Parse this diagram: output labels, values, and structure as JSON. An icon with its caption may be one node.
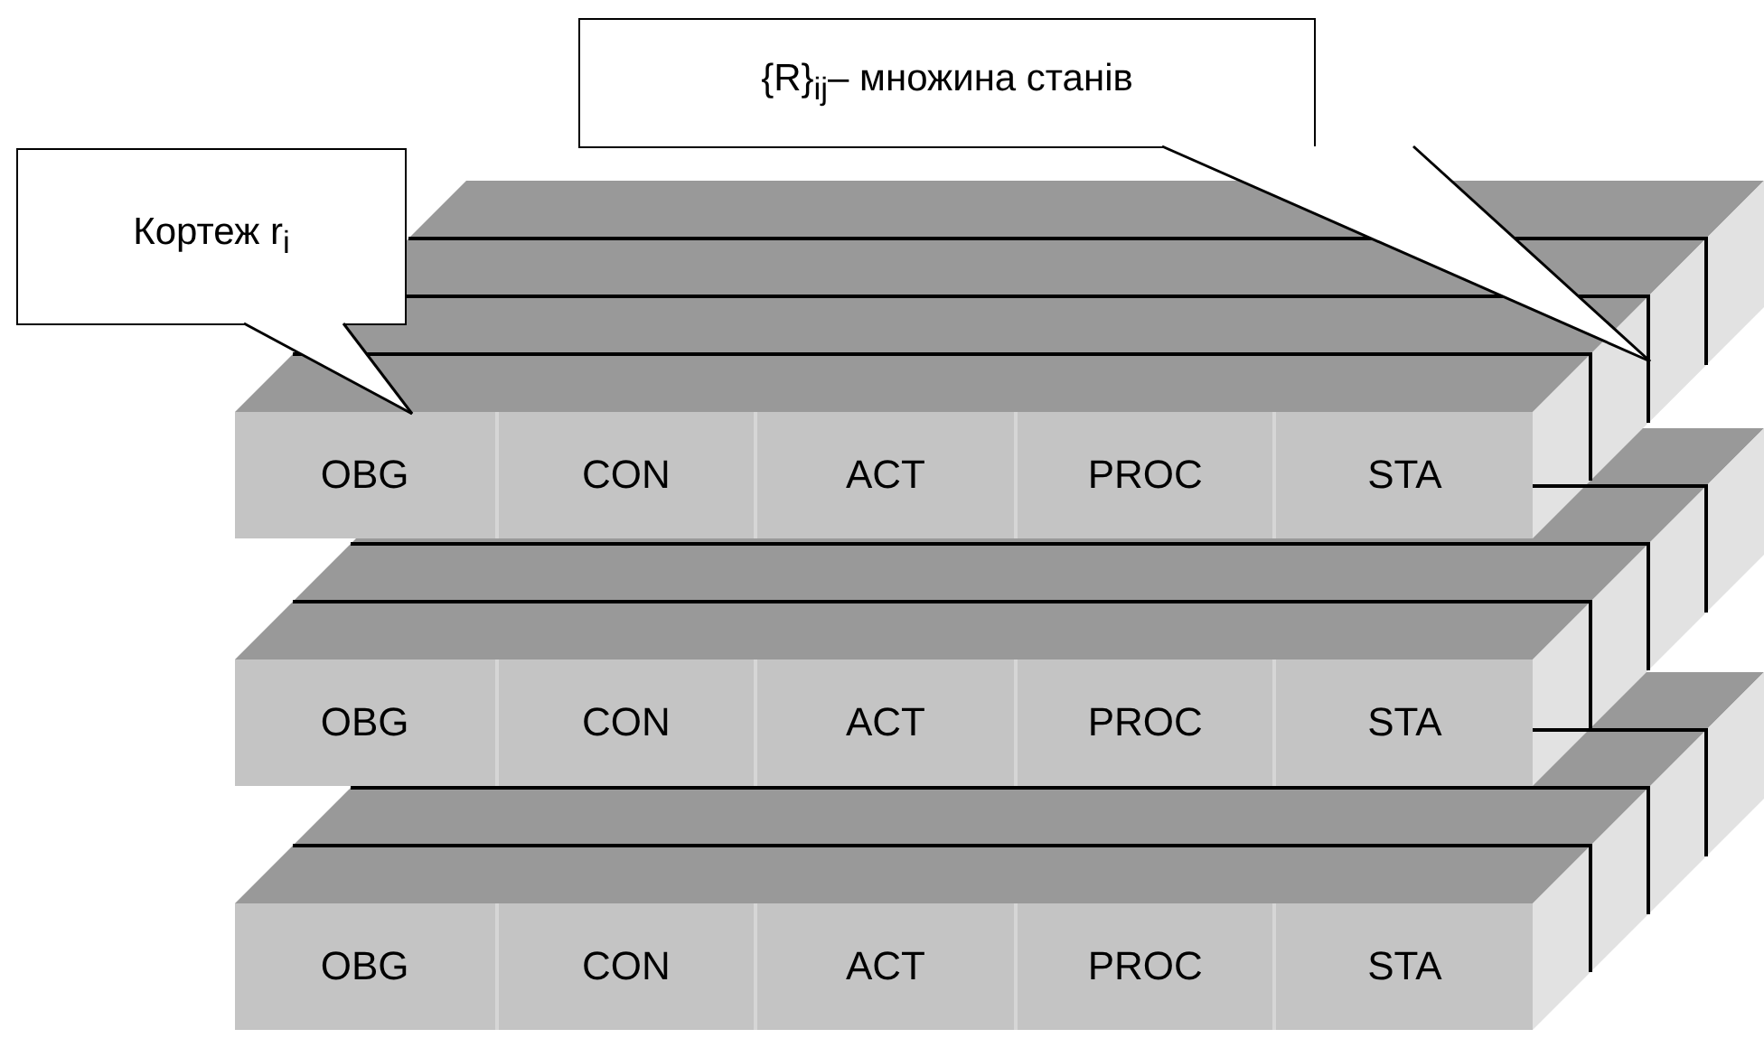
{
  "diagram": {
    "nodes": [
      {
        "text": [
          "{R}$_{ij}$– множина станів"
        ]
      },
      {
        "text": [
          "Кортеж r$_{i}$"
        ]
      },
      {
        "text": [
          "OBG"
        ]
      },
      {
        "text": [
          "CON"
        ]
      },
      {
        "text": [
          "ACT"
        ]
      },
      {
        "text": [
          "PROC"
        ]
      },
      {
        "text": [
          "STA"
        ]
      },
      {
        "text": [
          "OBG"
        ]
      },
      {
        "text": [
          "CON"
        ]
      },
      {
        "text": [
          "ACT"
        ]
      },
      {
        "text": [
          "PROC"
        ]
      },
      {
        "text": [
          "STA"
        ]
      },
      {
        "text": [
          "OBG"
        ]
      },
      {
        "text": [
          "CON"
        ]
      },
      {
        "text": [
          "ACT"
        ]
      },
      {
        "text": [
          "PROC"
        ]
      },
      {
        "text": [
          "STA"
        ]
      },
      {
        "text": [],
        "shape": "box"
      }
    ],
    "edges": [
      {
        "from": 1,
        "to": 2,
        "arrow": "none"
      },
      {
        "from": 1,
        "to": 2,
        "arrow": "none"
      },
      {
        "from": 0,
        "to": 17,
        "arrow": "none"
      },
      {
        "from": 0,
        "to": 17,
        "arrow": "none"
      }
    ]
  }
}
